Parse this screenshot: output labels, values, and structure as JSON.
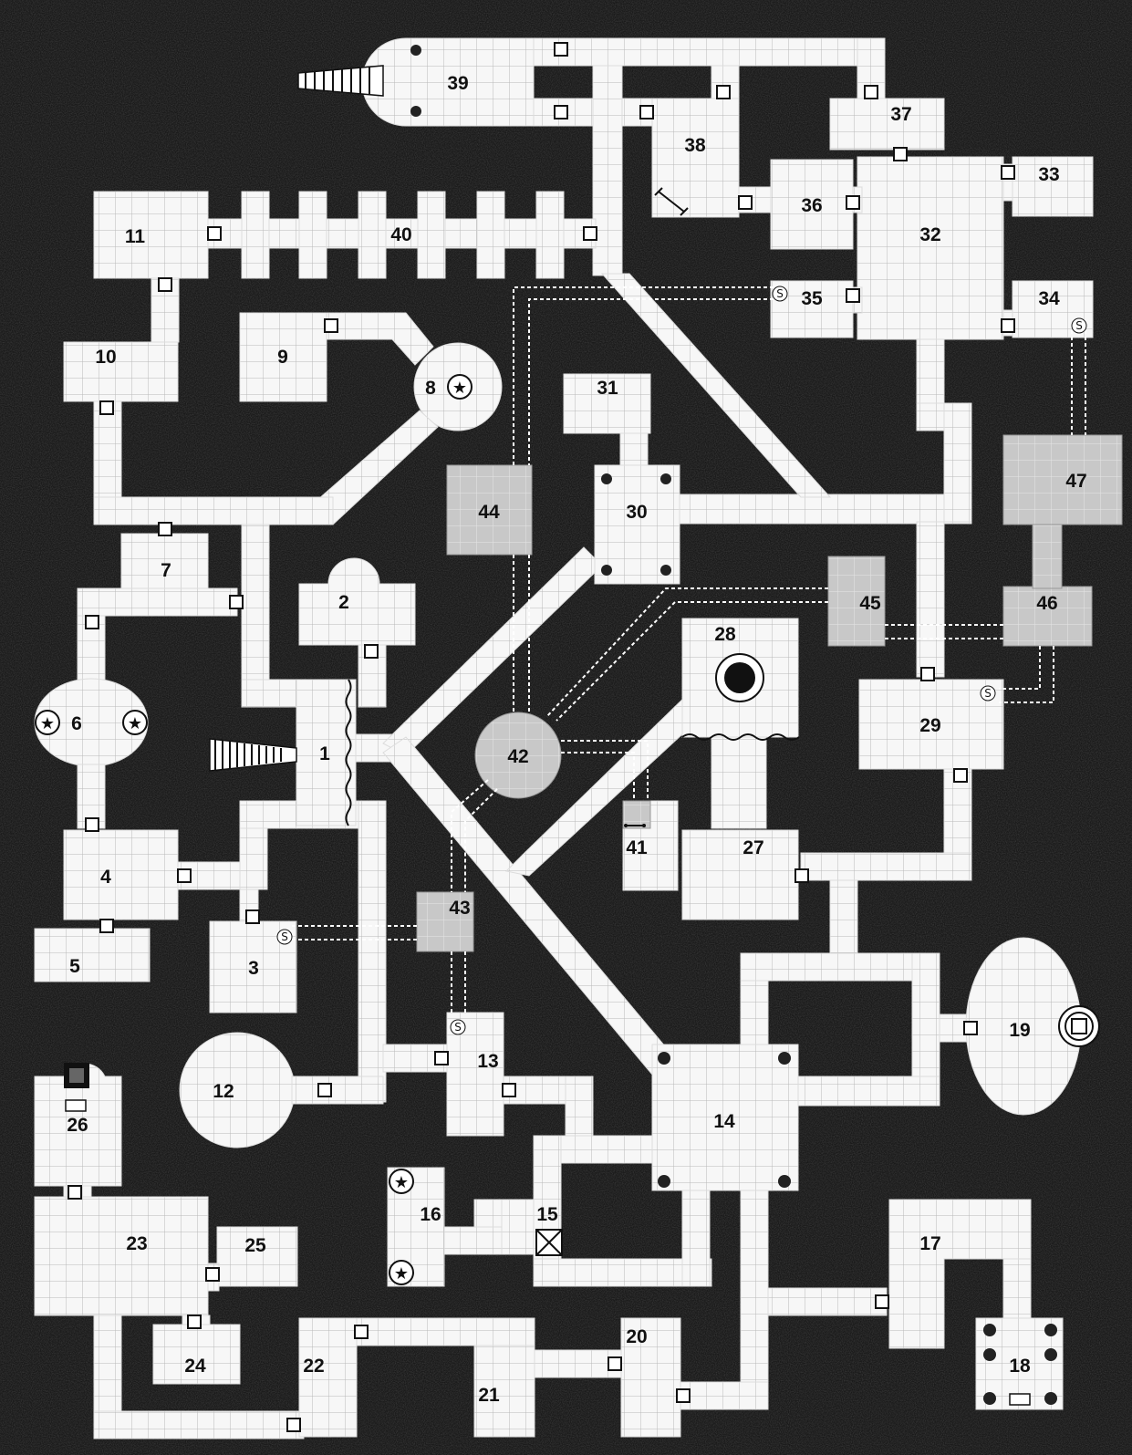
{
  "map": {
    "colors": {
      "rock": "#1a1a1a",
      "floor": "#f7f7f7",
      "floor_lower": "#c8c8c8",
      "grid": "#b5b5b5",
      "door": "#ffffff",
      "secret_passage": "#ffffff"
    },
    "symbols": [
      "door",
      "secret-door",
      "pillar",
      "star-statue",
      "pit",
      "stairs",
      "trapdoor",
      "chest",
      "altar",
      "curtain",
      "portcullis",
      "fountain"
    ],
    "rooms": [
      {
        "id": "r1",
        "label": "1"
      },
      {
        "id": "r2",
        "label": "2"
      },
      {
        "id": "r3",
        "label": "3"
      },
      {
        "id": "r4",
        "label": "4"
      },
      {
        "id": "r5",
        "label": "5"
      },
      {
        "id": "r6",
        "label": "6"
      },
      {
        "id": "r7",
        "label": "7"
      },
      {
        "id": "r8",
        "label": "8"
      },
      {
        "id": "r9",
        "label": "9"
      },
      {
        "id": "r10",
        "label": "10"
      },
      {
        "id": "r11",
        "label": "11"
      },
      {
        "id": "r12",
        "label": "12"
      },
      {
        "id": "r13",
        "label": "13"
      },
      {
        "id": "r14",
        "label": "14"
      },
      {
        "id": "r15",
        "label": "15"
      },
      {
        "id": "r16",
        "label": "16"
      },
      {
        "id": "r17",
        "label": "17"
      },
      {
        "id": "r18",
        "label": "18"
      },
      {
        "id": "r19",
        "label": "19"
      },
      {
        "id": "r20",
        "label": "20"
      },
      {
        "id": "r21",
        "label": "21"
      },
      {
        "id": "r22",
        "label": "22"
      },
      {
        "id": "r23",
        "label": "23"
      },
      {
        "id": "r24",
        "label": "24"
      },
      {
        "id": "r25",
        "label": "25"
      },
      {
        "id": "r26",
        "label": "26"
      },
      {
        "id": "r27",
        "label": "27"
      },
      {
        "id": "r28",
        "label": "28"
      },
      {
        "id": "r29",
        "label": "29"
      },
      {
        "id": "r30",
        "label": "30"
      },
      {
        "id": "r31",
        "label": "31"
      },
      {
        "id": "r32",
        "label": "32"
      },
      {
        "id": "r33",
        "label": "33"
      },
      {
        "id": "r34",
        "label": "34"
      },
      {
        "id": "r35",
        "label": "35"
      },
      {
        "id": "r36",
        "label": "36"
      },
      {
        "id": "r37",
        "label": "37"
      },
      {
        "id": "r38",
        "label": "38"
      },
      {
        "id": "r39",
        "label": "39"
      },
      {
        "id": "r40",
        "label": "40"
      },
      {
        "id": "r41",
        "label": "41"
      },
      {
        "id": "r42",
        "label": "42"
      },
      {
        "id": "r43",
        "label": "43"
      },
      {
        "id": "r44",
        "label": "44"
      },
      {
        "id": "r45",
        "label": "45"
      },
      {
        "id": "r46",
        "label": "46"
      },
      {
        "id": "r47",
        "label": "47"
      }
    ]
  }
}
